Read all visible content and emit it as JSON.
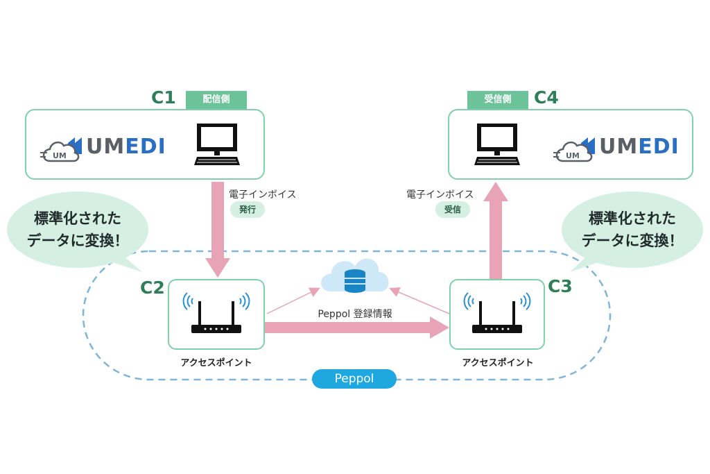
{
  "c1": {
    "code": "C1",
    "tag": "配信側",
    "brand_um": "UM",
    "brand_edi": "EDI",
    "cloud_text": "UM"
  },
  "c4": {
    "code": "C4",
    "tag": "受信側",
    "brand_um": "UM",
    "brand_edi": "EDI",
    "cloud_text": "UM"
  },
  "c2": {
    "code": "C2",
    "label": "アクセスポイント"
  },
  "c3": {
    "code": "C3",
    "label": "アクセスポイント"
  },
  "send_flow": {
    "text": "電子インボイス",
    "badge": "発行"
  },
  "receive_flow": {
    "text": "電子インボイス",
    "badge": "受信"
  },
  "left_bubble": {
    "line1": "標準化された",
    "line2": "データに変換！"
  },
  "right_bubble": {
    "line1": "標準化された",
    "line2": "データに変換！"
  },
  "registry": {
    "label": "Peppol 登録情報"
  },
  "network": {
    "label": "Peppol"
  },
  "colors": {
    "accent_green": "#2e7d5b",
    "panel_border": "#7fd1ad",
    "arrow_pink": "#e8a3b6",
    "peppol_blue": "#1fa7e0",
    "brand_blue": "#2a6fc4",
    "brand_gray": "#5a5f66"
  }
}
